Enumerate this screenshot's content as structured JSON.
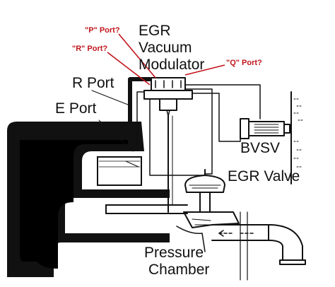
{
  "labels": {
    "egr_line1": "EGR",
    "egr_line2": "Vacuum",
    "egr_line3": "Modulator",
    "r_port": "R Port",
    "e_port": "E Port",
    "bvsv": "BVSV",
    "egr_valve": "EGR Valve",
    "pressure_line1": "Pressure",
    "pressure_line2": "Chamber"
  },
  "annotations": {
    "p_port": "\"P\" Port?",
    "r_port": "\"R\" Port?",
    "q_port": "\"Q\" Port?"
  },
  "colors": {
    "annotation": "#c0141b",
    "ink": "#111111"
  }
}
